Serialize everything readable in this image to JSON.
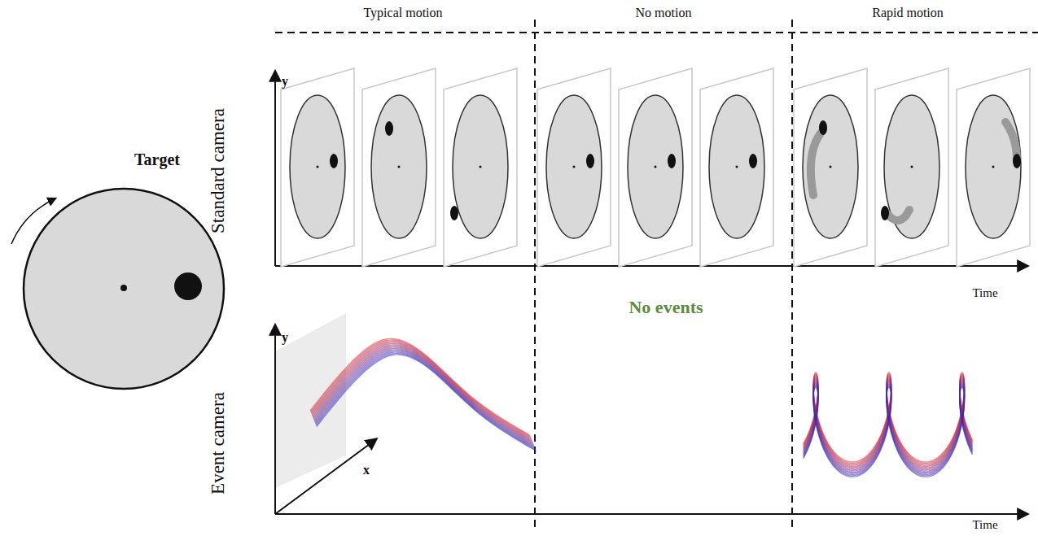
{
  "diagram": {
    "labels": [
      "Typical motion",
      "No motion",
      "Rapid motion",
      "Target",
      "Standard camera",
      "y",
      "Time",
      "Event camera",
      "y",
      "x",
      "Time",
      "No events"
    ]
  }
}
